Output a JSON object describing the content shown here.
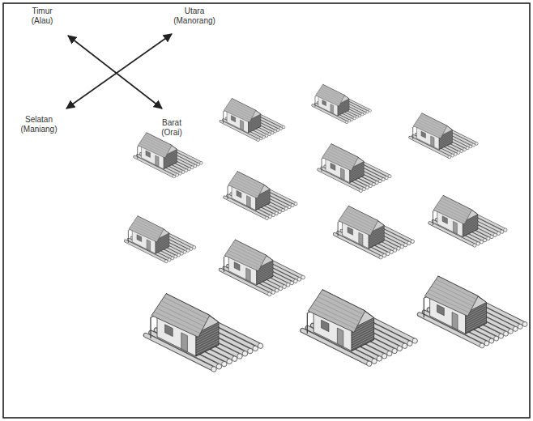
{
  "diagram": {
    "labels": [
      "Timur (Alau)",
      "Utara (Manorang)",
      "Selatan (Maniang)",
      "Barat (Orai)"
    ]
  }
}
